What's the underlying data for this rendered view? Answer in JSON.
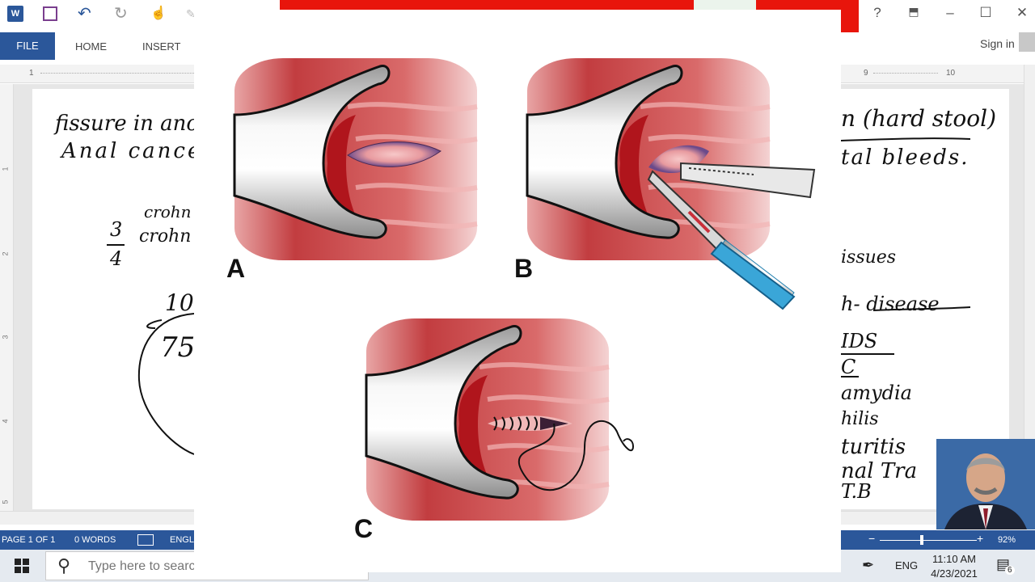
{
  "word": {
    "tabs": {
      "file": "FILE",
      "home": "HOME",
      "insert": "INSERT"
    },
    "sign_in": "Sign in",
    "logo_letter": "W",
    "help": "?",
    "ruler_left": [
      "1"
    ],
    "ruler_right": [
      "9",
      "10"
    ],
    "vruler": [
      "1",
      "2",
      "3",
      "4",
      "5"
    ],
    "status": {
      "page": "PAGE 1 OF 1",
      "words": "0 WORDS",
      "lang": "ENGL",
      "zoom": "92%"
    }
  },
  "notes": {
    "left": {
      "line1": "fissure in ano",
      "line2": "Anal cance",
      "frac_num": "3",
      "frac_den": "4",
      "crohn1": "crohn",
      "crohn2": "crohn",
      "ten": "10",
      "seventy": "75"
    },
    "right": {
      "line1": "n (hard stool)",
      "line2": "tal bleeds.",
      "issues": "issues",
      "r1": "h- disease",
      "r2": "IDS",
      "r3": "C",
      "r4": "amydia",
      "r5": "hilis",
      "r6": "turitis",
      "r7": "nal Tra",
      "r8": "T.B"
    }
  },
  "figure": {
    "labels": [
      "A",
      "B",
      "C"
    ]
  },
  "taskbar": {
    "search_placeholder": "Type here to search",
    "lang": "ENG",
    "time": "11:10 AM",
    "date": "4/23/2021",
    "notif_count": "6"
  },
  "colors": {
    "word_blue": "#2b579a",
    "red_bar": "#e8150c",
    "tissue": "#c94a4c",
    "scalpel": "#3aa6d8"
  }
}
